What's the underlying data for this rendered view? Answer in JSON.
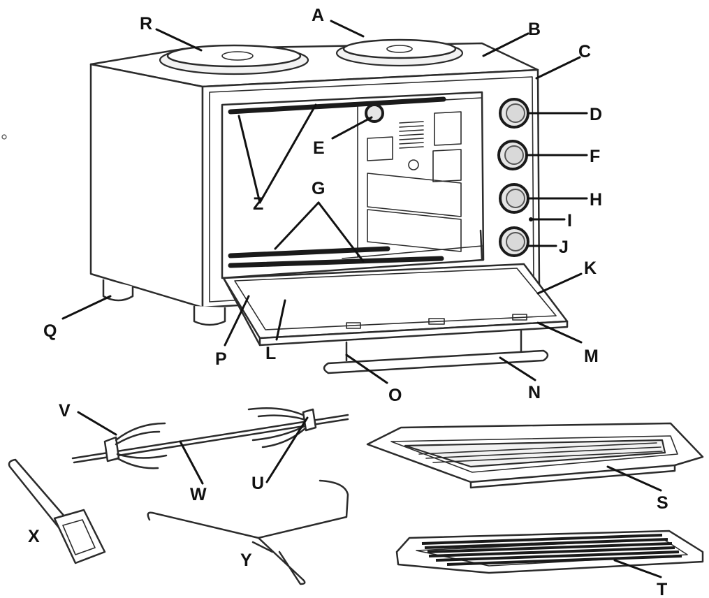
{
  "labels": {
    "A": "A",
    "B": "B",
    "C": "C",
    "D": "D",
    "E": "E",
    "F": "F",
    "G": "G",
    "H": "H",
    "I": "I",
    "J": "J",
    "K": "K",
    "L": "L",
    "M": "M",
    "N": "N",
    "O": "O",
    "P": "P",
    "Q": "Q",
    "R": "R",
    "S": "S",
    "T": "T",
    "U": "U",
    "V": "V",
    "W": "W",
    "X": "X",
    "Y": "Y",
    "Z": "Z"
  },
  "icons": {
    "oven": "mini-oven-with-hotplates-icon",
    "knobs": "control-knob-icon",
    "rotisserie": "rotisserie-spit-icon",
    "tray": "baking-tray-icon",
    "rack": "wire-rack-icon",
    "handle": "tray-handle-icon",
    "lift": "rotisserie-lift-tool-icon"
  }
}
